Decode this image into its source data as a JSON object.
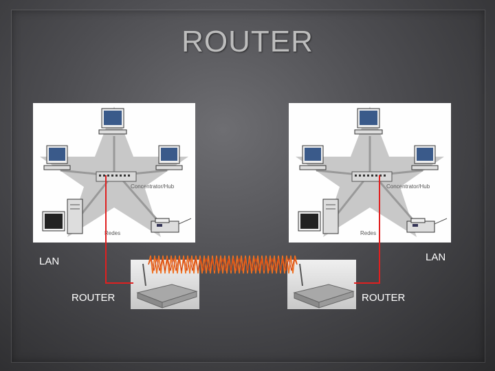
{
  "title": "ROUTER",
  "left_network": {
    "lan_label": "LAN",
    "router_label": "ROUTER",
    "hub_caption": "Concentrator/Hub",
    "nodes_caption": "Redes"
  },
  "right_network": {
    "lan_label": "LAN",
    "router_label": "ROUTER",
    "hub_caption": "Concentrator/Hub",
    "nodes_caption": "Redes"
  },
  "colors": {
    "link_line": "#e02020",
    "wireless_signal": "#f07020",
    "star": "#c8c8c8",
    "label_text": "#ffffff",
    "title_text": "#bdbdbd"
  },
  "icons": [
    "computer-icon",
    "hub-icon",
    "printer-icon",
    "tower-computer-icon",
    "router-icon",
    "wireless-signal-icon"
  ]
}
